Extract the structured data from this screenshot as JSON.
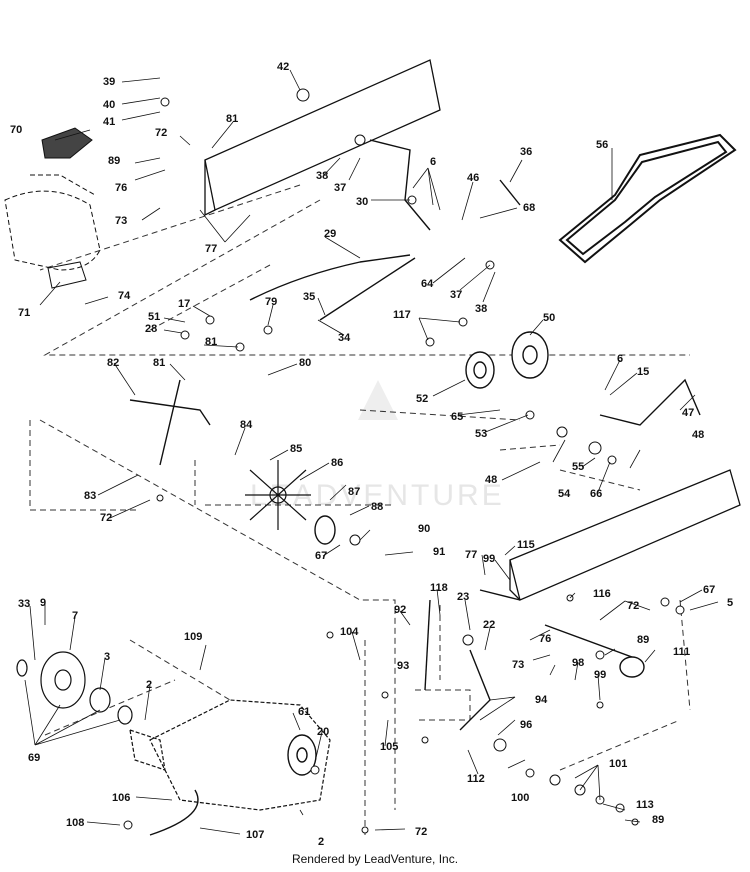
{
  "footer": "Rendered by LeadVenture, Inc.",
  "watermark": "LEADVENTURE",
  "callouts": [
    "39",
    "40",
    "41",
    "42",
    "70",
    "72",
    "81",
    "89",
    "76",
    "73",
    "77",
    "71",
    "74",
    "38",
    "37",
    "30",
    "6",
    "46",
    "36",
    "68",
    "56",
    "29",
    "64",
    "37",
    "38",
    "35",
    "34",
    "17",
    "51",
    "28",
    "79",
    "81",
    "117",
    "50",
    "82",
    "81",
    "80",
    "52",
    "65",
    "53",
    "6",
    "15",
    "47",
    "48",
    "84",
    "85",
    "86",
    "87",
    "88",
    "83",
    "72",
    "48",
    "55",
    "54",
    "66",
    "67",
    "90",
    "91",
    "115",
    "77",
    "99",
    "116",
    "67",
    "5",
    "72",
    "33",
    "9",
    "7",
    "3",
    "109",
    "104",
    "118",
    "92",
    "23",
    "22",
    "76",
    "89",
    "111",
    "93",
    "98",
    "73",
    "99",
    "94",
    "2",
    "61",
    "20",
    "105",
    "96",
    "112",
    "101",
    "100",
    "69",
    "106",
    "113",
    "89",
    "108",
    "107",
    "2",
    "72"
  ]
}
